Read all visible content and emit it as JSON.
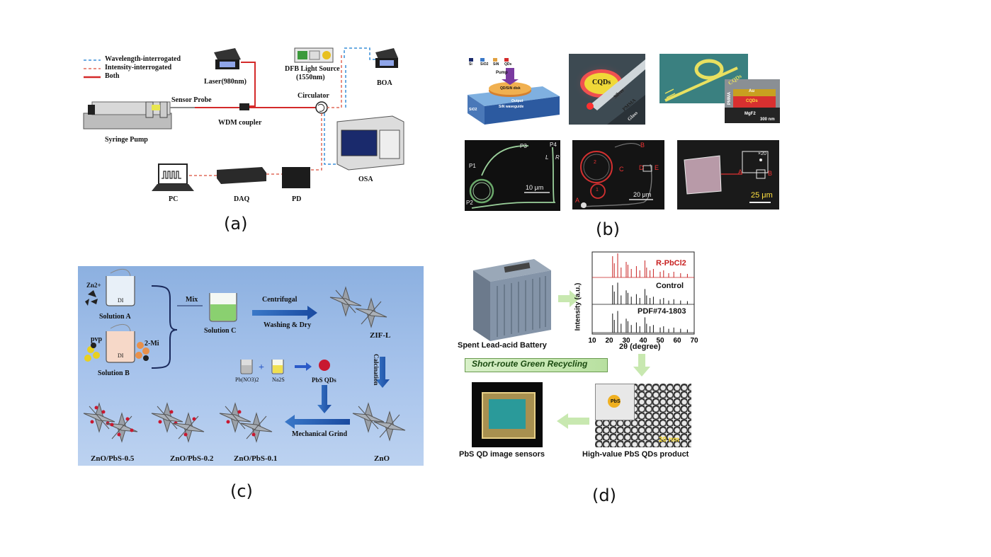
{
  "panels": {
    "a": {
      "label": "(a)",
      "legend": [
        "Wavelength-interrogated",
        "Intensity-interrogated",
        "Both"
      ],
      "legend_colors": [
        "#3a8fd8",
        "#e06a5a",
        "#d42a2a"
      ],
      "laser": "Laser(980nm)",
      "dfb": "DFB Light Source",
      "dfb_sub": "(1550nm)",
      "boa": "BOA",
      "sensor_probe": "Sensor Probe",
      "circulator": "Circulator",
      "wdm": "WDM coupler",
      "syringe": "Syringe Pump",
      "osa": "OSA",
      "pc": "PC",
      "daq": "DAQ",
      "pd": "PD"
    },
    "b": {
      "label": "(b)",
      "top1_legend": [
        "Si",
        "SiO2",
        "SiN",
        "QDs"
      ],
      "top1_pump": "Pump",
      "top1_disk": "QD/SiN disk",
      "top1_output": "Output",
      "top1_wg": "SiN waveguide",
      "top1_sio2": "SiO2",
      "top1_si": "Si",
      "top2_cqds": "CQDs",
      "top2_silver": "Silver",
      "top2_pmma": "PMMA",
      "top2_glass": "Glass",
      "top3_cqds": "CQDs",
      "top3_inset": [
        "Au",
        "CQDs",
        "MgF2"
      ],
      "top3_pmma": "PMMA",
      "top3_scale": "300 nm",
      "bot1": [
        "P1",
        "P2",
        "P3",
        "P4",
        "L",
        "R"
      ],
      "bot1_scale": "10 μm",
      "bot2": [
        "A",
        "B",
        "C",
        "D",
        "E",
        "1",
        "2"
      ],
      "bot2_scale": "20 μm",
      "bot3": [
        "A",
        "B"
      ],
      "bot3_zoom": "×20",
      "bot3_scale": "25 μm"
    },
    "c": {
      "label": "(c)",
      "zn": "Zn2+",
      "di": "DI",
      "solA": "Solution A",
      "pvp": "pvp",
      "two_mi": "2-Mi",
      "solB": "Solution B",
      "mix": "Mix",
      "solC": "Solution C",
      "centrifugal": "Centrifugal",
      "washing": "Washing & Dry",
      "zifl": "ZIF-L",
      "calcination": "Calcination",
      "pbno3": "Pb(NO3)2",
      "na2s": "Na2S",
      "pbs": "PbS QDs",
      "grind": "Mechanical Grind",
      "zno": "ZnO",
      "p05": "ZnO/PbS-0.5",
      "p02": "ZnO/PbS-0.2",
      "p01": "ZnO/PbS-0.1"
    },
    "d": {
      "label": "(d)",
      "battery": "Spent Lead-acid Battery",
      "green": "Short-route Green Recycling",
      "sensors": "PbS QD image sensors",
      "product": "High-value PbS QDs product",
      "pbs_label": "PbS",
      "scale": "20 nm",
      "xrd_series": [
        "R-PbCl2",
        "Control",
        "PDF#74-1803"
      ],
      "xrd_ylabel": "Intensity (a.u.)",
      "xrd_xlabel": "2θ (degree)",
      "xrd_ticks": [
        "10",
        "20",
        "30",
        "40",
        "50",
        "60",
        "70"
      ]
    }
  }
}
